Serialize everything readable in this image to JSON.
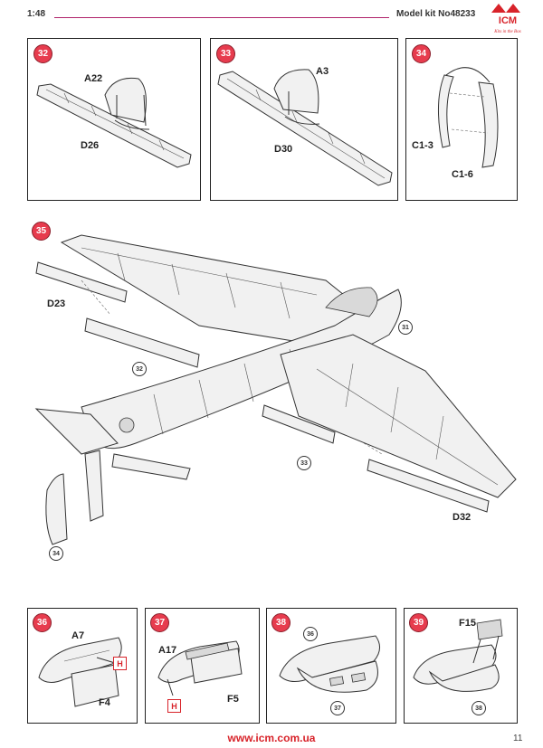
{
  "header": {
    "scale": "1:48",
    "model_kit": "Model kit No48233",
    "logo_text": "ICM",
    "logo_tagline": "Kits in the Box"
  },
  "steps": {
    "s32": {
      "number": "32",
      "parts": [
        "A22",
        "D26"
      ]
    },
    "s33": {
      "number": "33",
      "parts": [
        "A3",
        "D30"
      ]
    },
    "s34": {
      "number": "34",
      "parts": [
        "C1-3",
        "C1-6"
      ]
    },
    "s35": {
      "number": "35",
      "parts": [
        "D23",
        "D32"
      ],
      "refs": [
        "31",
        "32",
        "33",
        "34"
      ]
    },
    "s36": {
      "number": "36",
      "parts": [
        "A7",
        "F4"
      ],
      "mark": "H"
    },
    "s37": {
      "number": "37",
      "parts": [
        "A17",
        "F5"
      ],
      "mark": "H"
    },
    "s38": {
      "number": "38",
      "refs": [
        "36",
        "37"
      ]
    },
    "s39": {
      "number": "39",
      "parts": [
        "F15"
      ],
      "refs": [
        "38"
      ]
    }
  },
  "footer": {
    "url": "www.icm.com.ua",
    "page": "11"
  },
  "colors": {
    "accent_red": "#e73c4e",
    "mark_red": "#d8232a",
    "header_line": "#b0226a"
  }
}
